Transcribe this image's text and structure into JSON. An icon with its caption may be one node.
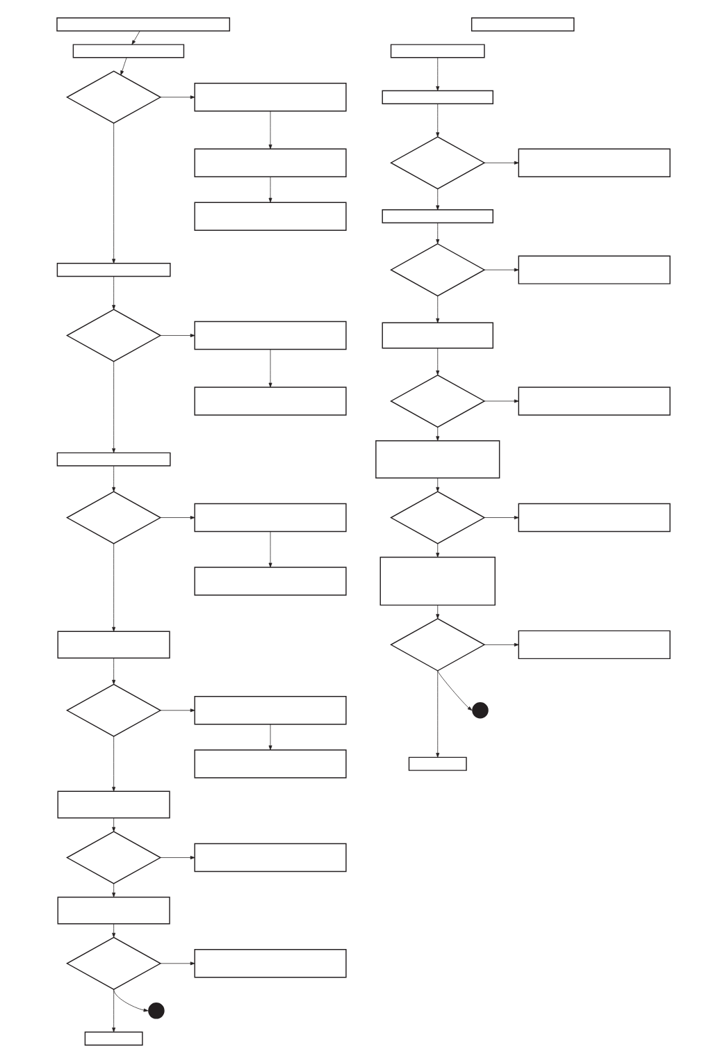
{
  "diagram": {
    "nodes": [
      {
        "text": [],
        "shape": "box"
      },
      {
        "text": [],
        "shape": "box"
      },
      {
        "text": [],
        "shape": "diamond"
      },
      {
        "text": [],
        "shape": "box"
      },
      {
        "text": [],
        "shape": "box"
      },
      {
        "text": [],
        "shape": "box"
      },
      {
        "text": [],
        "shape": "box"
      },
      {
        "text": [],
        "shape": "diamond"
      },
      {
        "text": [],
        "shape": "box"
      },
      {
        "text": [],
        "shape": "box"
      },
      {
        "text": [],
        "shape": "box"
      },
      {
        "text": [],
        "shape": "diamond"
      },
      {
        "text": [],
        "shape": "box"
      },
      {
        "text": [],
        "shape": "box"
      },
      {
        "text": [],
        "shape": "box"
      },
      {
        "text": [],
        "shape": "diamond"
      },
      {
        "text": [],
        "shape": "box"
      },
      {
        "text": [],
        "shape": "box"
      },
      {
        "text": [],
        "shape": "box"
      },
      {
        "text": [],
        "shape": "diamond"
      },
      {
        "text": [],
        "shape": "box"
      },
      {
        "text": [],
        "shape": "box"
      },
      {
        "text": [],
        "shape": "diamond"
      },
      {
        "text": [],
        "shape": "box"
      },
      {
        "text": [],
        "shape": "circle"
      },
      {
        "text": [],
        "shape": "box"
      },
      {
        "text": [],
        "shape": "box"
      },
      {
        "text": [],
        "shape": "box"
      },
      {
        "text": [],
        "shape": "box"
      },
      {
        "text": [],
        "shape": "diamond"
      },
      {
        "text": [],
        "shape": "box"
      },
      {
        "text": [],
        "shape": "box"
      },
      {
        "text": [],
        "shape": "diamond"
      },
      {
        "text": [],
        "shape": "box"
      },
      {
        "text": [],
        "shape": "box"
      },
      {
        "text": [],
        "shape": "diamond"
      },
      {
        "text": [],
        "shape": "box"
      },
      {
        "text": [],
        "shape": "box"
      },
      {
        "text": [],
        "shape": "diamond"
      },
      {
        "text": [],
        "shape": "box"
      },
      {
        "text": [],
        "shape": "box"
      },
      {
        "text": [],
        "shape": "diamond"
      },
      {
        "text": [],
        "shape": "box"
      },
      {
        "text": [],
        "shape": "circle"
      },
      {
        "text": [],
        "shape": "box"
      }
    ],
    "edges": [
      {
        "from": 0,
        "to": 1,
        "arrow": "to"
      },
      {
        "from": 1,
        "to": 2,
        "arrow": "to"
      },
      {
        "from": 2,
        "to": 3,
        "arrow": "to"
      },
      {
        "from": 3,
        "to": 4,
        "arrow": "to"
      },
      {
        "from": 4,
        "to": 5,
        "arrow": "to"
      },
      {
        "from": 2,
        "to": 6,
        "arrow": "to"
      },
      {
        "from": 6,
        "to": 7,
        "arrow": "to"
      },
      {
        "from": 7,
        "to": 8,
        "arrow": "to"
      },
      {
        "from": 8,
        "to": 9,
        "arrow": "to"
      },
      {
        "from": 7,
        "to": 10,
        "arrow": "to"
      },
      {
        "from": 10,
        "to": 11,
        "arrow": "to"
      },
      {
        "from": 11,
        "to": 12,
        "arrow": "to"
      },
      {
        "from": 12,
        "to": 13,
        "arrow": "to"
      },
      {
        "from": 11,
        "to": 14,
        "arrow": "to"
      },
      {
        "from": 14,
        "to": 15,
        "arrow": "to"
      },
      {
        "from": 15,
        "to": 16,
        "arrow": "to"
      },
      {
        "from": 16,
        "to": 17,
        "arrow": "to"
      },
      {
        "from": 15,
        "to": 18,
        "arrow": "to"
      },
      {
        "from": 18,
        "to": 19,
        "arrow": "to"
      },
      {
        "from": 19,
        "to": 20,
        "arrow": "to"
      },
      {
        "from": 19,
        "to": 21,
        "arrow": "to"
      },
      {
        "from": 21,
        "to": 22,
        "arrow": "to"
      },
      {
        "from": 22,
        "to": 23,
        "arrow": "to"
      },
      {
        "from": 22,
        "to": 25,
        "arrow": "to"
      },
      {
        "from": 22,
        "to": 24,
        "arrow": "to"
      },
      {
        "from": 27,
        "to": 28,
        "arrow": "to"
      },
      {
        "from": 28,
        "to": 29,
        "arrow": "to"
      },
      {
        "from": 29,
        "to": 30,
        "arrow": "to"
      },
      {
        "from": 29,
        "to": 31,
        "arrow": "to"
      },
      {
        "from": 31,
        "to": 32,
        "arrow": "to"
      },
      {
        "from": 32,
        "to": 33,
        "arrow": "to"
      },
      {
        "from": 32,
        "to": 34,
        "arrow": "to"
      },
      {
        "from": 34,
        "to": 35,
        "arrow": "to"
      },
      {
        "from": 35,
        "to": 36,
        "arrow": "to"
      },
      {
        "from": 35,
        "to": 37,
        "arrow": "to"
      },
      {
        "from": 37,
        "to": 38,
        "arrow": "to"
      },
      {
        "from": 38,
        "to": 39,
        "arrow": "to"
      },
      {
        "from": 38,
        "to": 40,
        "arrow": "to"
      },
      {
        "from": 40,
        "to": 41,
        "arrow": "to"
      },
      {
        "from": 41,
        "to": 42,
        "arrow": "to"
      },
      {
        "from": 41,
        "to": 44,
        "arrow": "to"
      },
      {
        "from": 41,
        "to": 43,
        "arrow": "to"
      }
    ]
  }
}
